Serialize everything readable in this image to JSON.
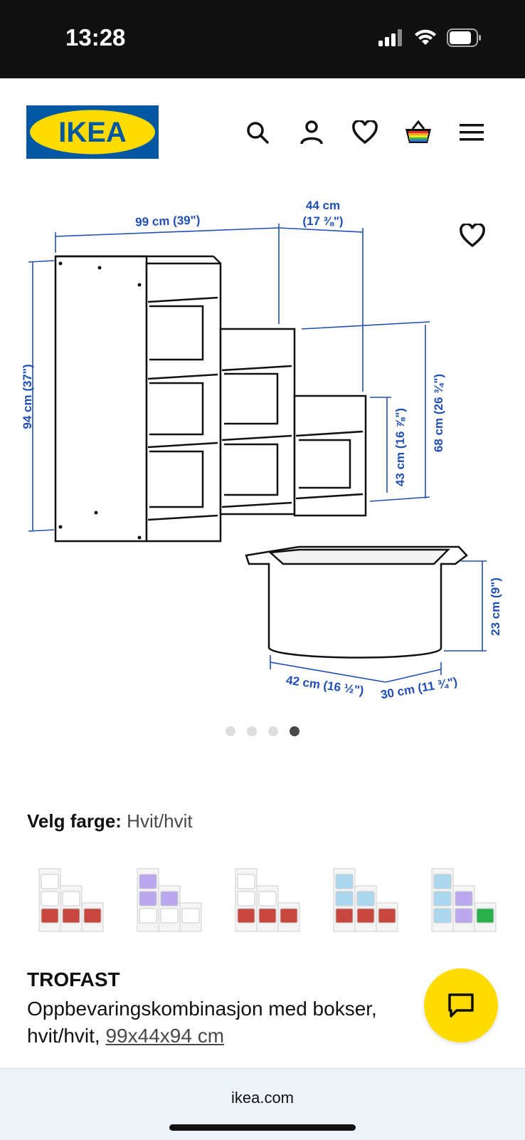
{
  "status": {
    "time": "13:28"
  },
  "header": {
    "logo_text": "IKEA",
    "icons": [
      "search-icon",
      "account-icon",
      "heart-icon",
      "cart-icon",
      "menu-icon"
    ]
  },
  "product_image": {
    "dimensions": {
      "width": "99 cm (39\")",
      "depth_line1": "44 cm",
      "depth_line2": "(17 ⅜\")",
      "height": "94 cm (37\")",
      "mid_height": "68 cm (26 ¾\")",
      "low_height": "43 cm (16 ⅞\")",
      "box_height": "23 cm (9\")",
      "box_width": "42 cm (16 ½\")",
      "box_depth": "30 cm (11 ¾\")"
    },
    "slides": 4,
    "active_slide": 4
  },
  "colors": {
    "label": "Velg farge:",
    "selected": "Hvit/hvit",
    "swatch_palettes": [
      [
        "#ffffff",
        "#c8473e"
      ],
      [
        "#b9a7f0",
        "#ffffff"
      ],
      [
        "#ffffff",
        "#c8473e"
      ],
      [
        "#a9d8ef",
        "#c8473e"
      ],
      [
        "#a9d8ef",
        "#b9a7f0",
        "#2bb04c"
      ]
    ]
  },
  "product": {
    "name": "TROFAST",
    "description": "Oppbevaringskombinasjon med bokser, hvit/hvit,",
    "size_link": "99x44x94 cm"
  },
  "browser": {
    "url": "ikea.com"
  },
  "theme": {
    "brand_blue": "#0058a3",
    "brand_yellow": "#ffdb00",
    "dimension_blue": "#1f4fb4"
  }
}
